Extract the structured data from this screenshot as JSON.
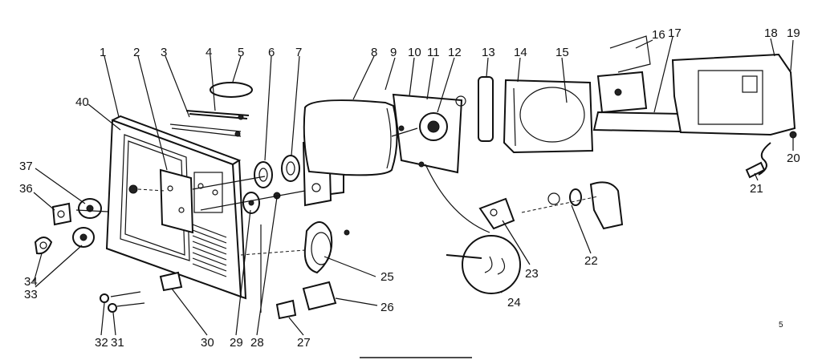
{
  "diagram": {
    "callouts": [
      "1",
      "2",
      "3",
      "4",
      "5",
      "6",
      "7",
      "8",
      "9",
      "10",
      "11",
      "12",
      "13",
      "14",
      "15",
      "16",
      "17",
      "18",
      "19",
      "20",
      "21",
      "22",
      "23",
      "24",
      "25",
      "26",
      "27",
      "28",
      "29",
      "30",
      "31",
      "32",
      "33",
      "34",
      "36",
      "37",
      "40"
    ],
    "corner_mark": "5"
  }
}
